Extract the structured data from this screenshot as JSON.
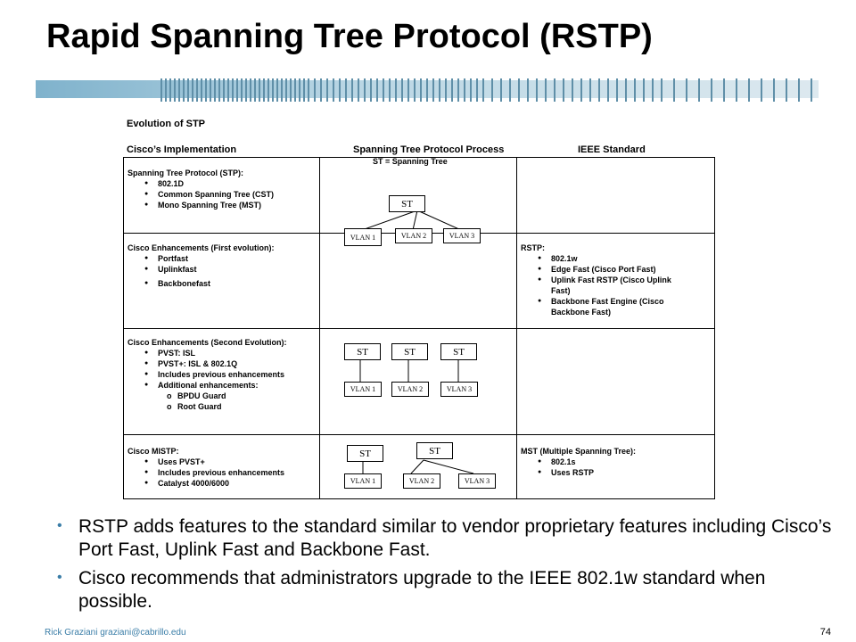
{
  "slide": {
    "title": "Rapid Spanning Tree Protocol (RSTP)",
    "footer": "Rick Graziani  graziani@cabrillo.edu",
    "page_number": "74"
  },
  "figure": {
    "title": "Evolution of STP",
    "headers": {
      "cisco": "Cisco’s Implementation",
      "process": "Spanning Tree Protocol Process",
      "ieee": "IEEE Standard"
    },
    "st_note": "ST = Spanning Tree",
    "row1": {
      "heading": "Spanning Tree Protocol (STP):",
      "items": [
        "802.1D",
        "Common Spanning Tree (CST)",
        "Mono Spanning Tree (MST)"
      ]
    },
    "row2": {
      "heading": "Cisco Enhancements (First evolution):",
      "items": [
        "Portfast",
        "Uplinkfast",
        "Backbonefast"
      ],
      "ieee_heading": "RSTP:",
      "ieee_items": [
        "802.1w",
        "Edge Fast (Cisco Port Fast)",
        "Uplink Fast RSTP (Cisco Uplink Fast)",
        "Backbone Fast Engine (Cisco Backbone Fast)"
      ]
    },
    "row3": {
      "heading": "Cisco Enhancements (Second Evolution):",
      "items": [
        "PVST: ISL",
        "PVST+: ISL & 802.1Q",
        "Includes previous enhancements",
        "Additional enhancements:"
      ],
      "sub_items": [
        "BPDU Guard",
        "Root Guard"
      ]
    },
    "row4": {
      "heading": "Cisco MISTP:",
      "items": [
        "Uses PVST+",
        "Includes previous enhancements",
        "Catalyst 4000/6000"
      ],
      "ieee_heading": "MST (Multiple Spanning Tree):",
      "ieee_items": [
        "802.1s",
        "Uses RSTP"
      ]
    },
    "diagram": {
      "st_label": "ST",
      "vlans": [
        "VLAN 1",
        "VLAN 2",
        "VLAN 3"
      ]
    }
  },
  "bullets": [
    "RSTP adds features to the standard similar to vendor proprietary features including Cisco’s Port Fast, Uplink Fast and Backbone Fast.",
    "Cisco recommends that administrators upgrade to the IEEE 802.1w standard when possible."
  ]
}
